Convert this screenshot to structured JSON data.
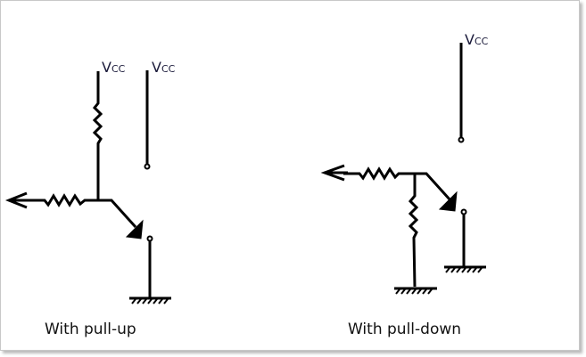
{
  "diagram": {
    "left": {
      "caption": "With pull-up",
      "supply_labels": [
        "V",
        "V"
      ],
      "supply_sub": "CC"
    },
    "right": {
      "caption": "With pull-down",
      "supply_label": "V",
      "supply_sub": "CC"
    },
    "colors": {
      "wire": "#000000",
      "text": "#111111"
    }
  }
}
